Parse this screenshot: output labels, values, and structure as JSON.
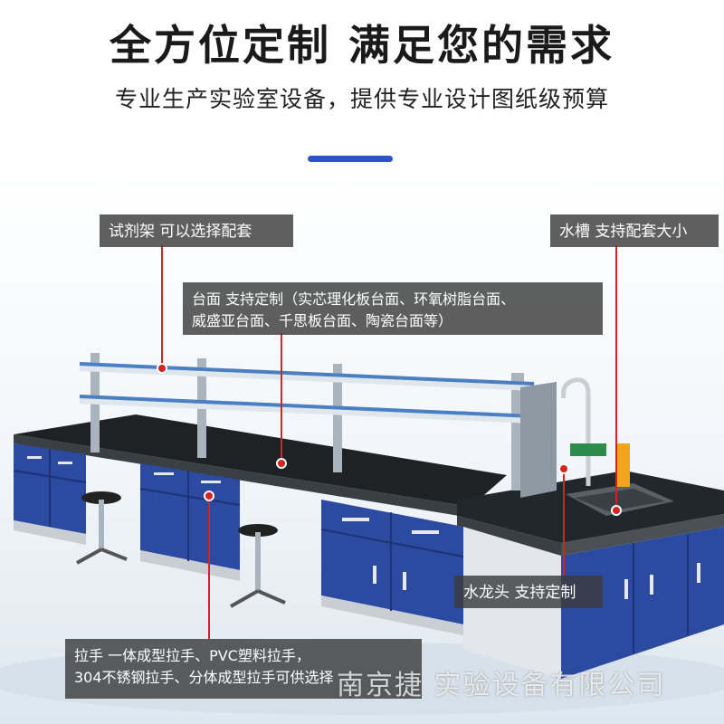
{
  "header": {
    "title": "全方位定制  满足您的需求",
    "subtitle": "专业生产实验室设备，提供专业设计图纸级预算"
  },
  "callouts": {
    "reagent_rack": "试剂架 可以选择配套",
    "sink": "水槽 支持配套大小",
    "countertop_line1": "台面 支持定制（实芯理化板台面、环氧树脂台面、",
    "countertop_line2": "威盛亚台面、千思板台面、陶瓷台面等）",
    "faucet": "水龙头 支持定制",
    "handles_line1": "拉手 一体成型拉手、PVC塑料拉手，",
    "handles_line2": "304不锈钢拉手、分体成型拉手可供选择"
  },
  "watermark": "南京捷   实验设备有限公司",
  "colors": {
    "accent": "#2f55c4",
    "cabinet_blue": "#2b4aa0",
    "callout_bg": "#3c3c3c",
    "leader_red": "#d7231f",
    "countertop": "#1e2224"
  }
}
